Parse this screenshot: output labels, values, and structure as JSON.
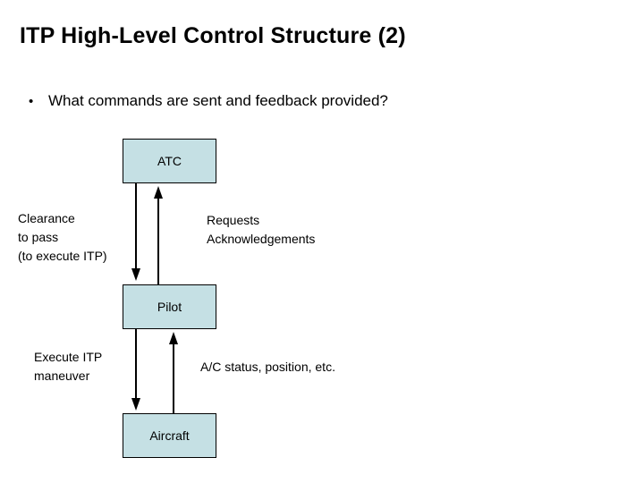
{
  "slide": {
    "title": "ITP High-Level Control Structure (2)",
    "bullet": {
      "marker": "•",
      "text": "What commands are sent and feedback provided?"
    }
  },
  "diagram": {
    "boxes": [
      {
        "id": "atc",
        "label": "ATC"
      },
      {
        "id": "pilot",
        "label": "Pilot"
      },
      {
        "id": "aircraft",
        "label": "Aircraft"
      }
    ],
    "labels": {
      "clearance": {
        "line1": "Clearance",
        "line2": "to pass",
        "line3": "(to execute ITP)"
      },
      "feedback_up": {
        "line1": "Requests",
        "line2": "Acknowledgements"
      },
      "execute": {
        "line1": "Execute ITP",
        "line2": "maneuver"
      },
      "status_up": {
        "line1": "A/C status, position, etc."
      }
    },
    "colors": {
      "box_fill": "#c5e0e4",
      "box_border": "#000000",
      "arrow": "#000000",
      "text": "#000000",
      "background": "#ffffff"
    }
  }
}
